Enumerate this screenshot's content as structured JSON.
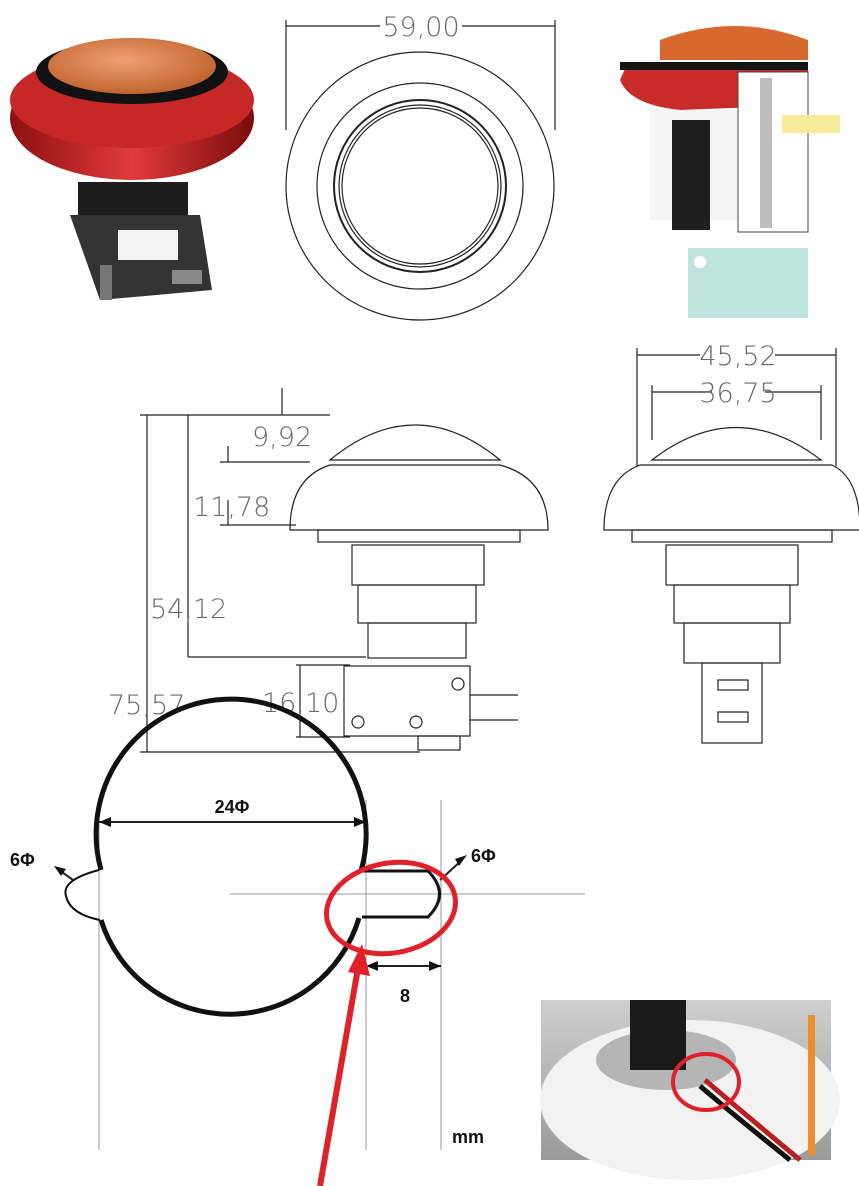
{
  "front_view": {
    "diameter_label": "59,00"
  },
  "side_view": {
    "dims": {
      "dome_height": "9,92",
      "bezel_height": "11,78",
      "body_height": "54,12",
      "total_height": "75,57",
      "switch_height": "16,10"
    }
  },
  "rear_view": {
    "outer_width": "45,52",
    "dome_width": "36,75"
  },
  "panel_cutout": {
    "hole_diameter": "24Φ",
    "notch_left": "6Φ",
    "slot_right": "6Φ",
    "slot_length": "8",
    "units": "mm"
  },
  "colors": {
    "cap_orange": "#d4743a",
    "bezel_red": "#cc2222",
    "highlight_circle": "#e0212a",
    "arrow": "#e0212a"
  }
}
